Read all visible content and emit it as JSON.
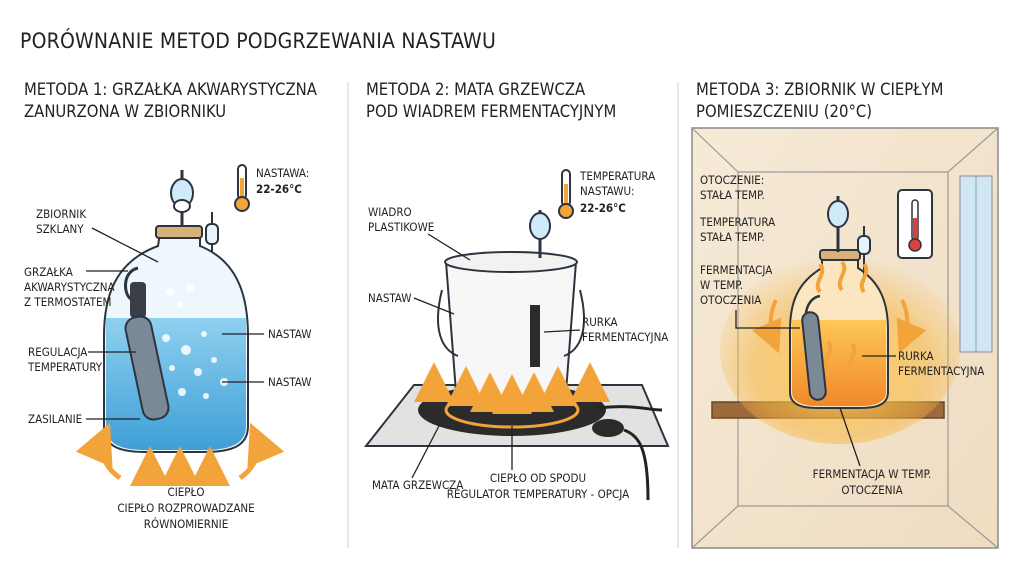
{
  "title": "PORÓWNANIE METOD PODGRZEWANIA NASTAWU",
  "colors": {
    "water": "#5bb6e3",
    "glass": "#d6ecf6",
    "heat_arrow": "#f2a33a",
    "warm_glow": "#f7b642",
    "wood": "#9c6a3c",
    "mat": "#2b2b2b"
  },
  "method1": {
    "heading_line1": "METODA 1: GRZAŁKA AKWARYSTYCZNA",
    "heading_line2": "ZANURZONA W ZBIORNIKU",
    "thermo_line1": "NASTAWA:",
    "thermo_line2": "22-26°C",
    "label_vessel_1": "ZBIORNIK",
    "label_vessel_2": "SZKLANY",
    "label_heater_1": "GRZAŁKA",
    "label_heater_2": "AKWARYSTYCZNA",
    "label_heater_3": "Z TERMOSTATEM",
    "label_reg_1": "REGULACJA",
    "label_reg_2": "TEMPERATURY",
    "label_power": "ZASILANIE",
    "label_wort_a": "NASTAW",
    "label_wort_b": "NASTAW",
    "caption_1": "CIEPŁO",
    "caption_2": "CIEPŁO ROZPROWADZANE",
    "caption_3": "RÓWNOMIERNIE"
  },
  "method2": {
    "heading_line1": "METODA 2: MATA GRZEWCZA",
    "heading_line2": "POD WIADREM FERMENTACYJNYM",
    "thermo_line1": "TEMPERATURA",
    "thermo_line2": "NASTAWU:",
    "thermo_line3": "22-26°C",
    "label_bucket_1": "WIADRO",
    "label_bucket_2": "PLASTIKOWE",
    "label_wort": "NASTAW",
    "label_airlock_1": "RURKA",
    "label_airlock_2": "FERMENTACYJNA",
    "label_mat": "MATA GRZEWCZA",
    "label_bottom_1": "CIEPŁO OD SPODU",
    "label_bottom_2": "REGULATOR TEMPERATURY - OPCJA"
  },
  "method3": {
    "heading_line1": "METODA 3: ZBIORNIK W CIEPŁYM",
    "heading_line2": "POMIESZCZENIU (20°C)",
    "label_env_1": "OTOCZENIE:",
    "label_env_2": "STAŁA TEMP.",
    "label_temp_1": "TEMPERATURA",
    "label_temp_2": "STAŁA TEMP.",
    "label_ferm_1": "FERMENTACJA",
    "label_ferm_2": "W TEMP.",
    "label_ferm_3": "OTOCZENIA",
    "label_airlock_1": "RURKA",
    "label_airlock_2": "FERMENTACYJNA",
    "label_bottom_1": "FERMENTACJA W TEMP.",
    "label_bottom_2": "OTOCZENIA"
  }
}
